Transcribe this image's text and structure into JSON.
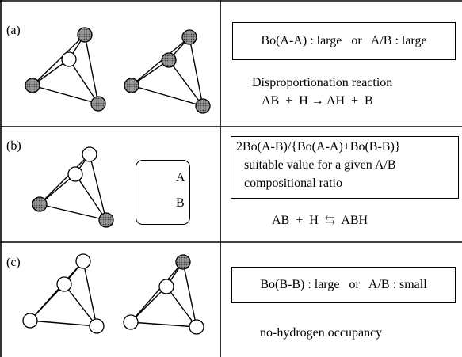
{
  "rows": [
    {
      "label": "(a)",
      "condition": "Bo(A-A) : large   or   A/B : large",
      "reaction_title": "Disproportionation reaction",
      "reaction": "AB  +  H → AH  +  B"
    },
    {
      "label": "(b)",
      "condition_lines": [
        "2Bo(A-B)/{Bo(A-A)+Bo(B-B)}",
        "suitable value for a given A/B",
        "compositional ratio"
      ],
      "reaction": "AB  +  H  ⇆  ABH"
    },
    {
      "label": "(c)",
      "condition": "Bo(B-B) : large   or   A/B : small",
      "reaction": "no-hydrogen occupancy"
    }
  ],
  "legend": {
    "items": [
      {
        "label": "A",
        "fill": "#8a8a8a"
      },
      {
        "label": "B",
        "fill": "#ffffff"
      }
    ]
  },
  "colors": {
    "atom_a": "#8a8a8a",
    "atom_b": "#ffffff",
    "line": "#000000"
  }
}
